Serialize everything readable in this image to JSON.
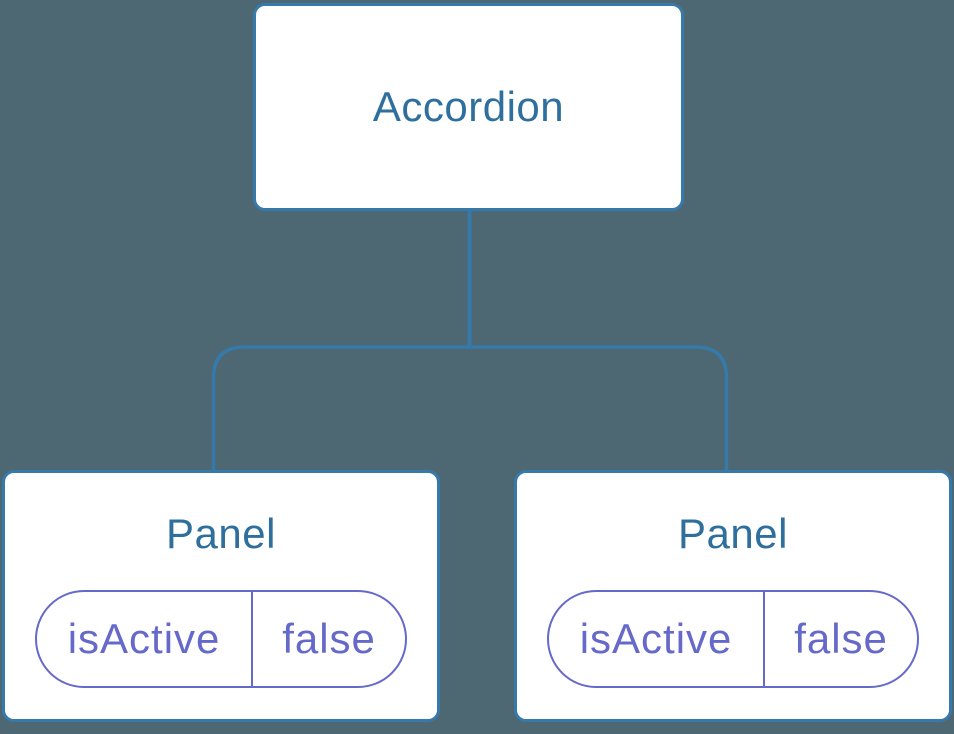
{
  "tree": {
    "root": {
      "label": "Accordion"
    },
    "children": [
      {
        "label": "Panel",
        "state": {
          "key": "isActive",
          "value": "false"
        }
      },
      {
        "label": "Panel",
        "state": {
          "key": "isActive",
          "value": "false"
        }
      }
    ]
  },
  "colors": {
    "background": "#4d6873",
    "connector": "#3679ab",
    "node_border": "#3679ab",
    "node_fill": "#ffffff",
    "node_label": "#2e6f9e",
    "state_pill": "#6569c9"
  }
}
